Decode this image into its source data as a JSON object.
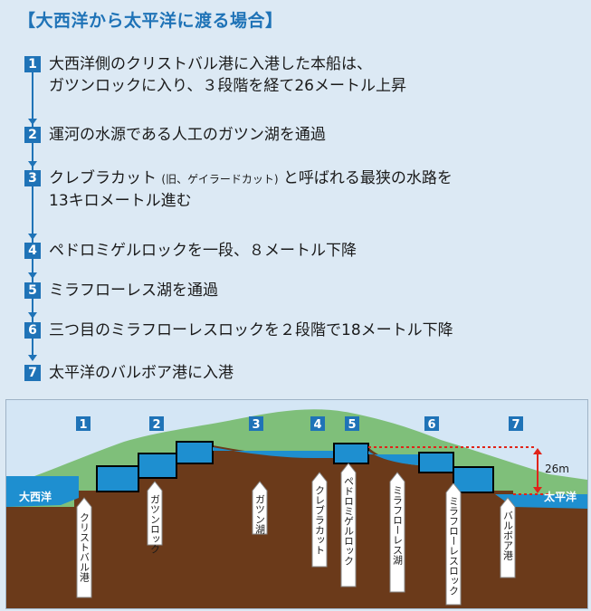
{
  "title": "【大西洋から太平洋に渡る場合】",
  "steps": [
    {
      "num": "1",
      "line1": "大西洋側のクリストバル港に入港した本船は、",
      "line2": "ガツンロックに入り、３段階を経て26メートル上昇"
    },
    {
      "num": "2",
      "line1": "運河の水源である人工のガツン湖を通過"
    },
    {
      "num": "3",
      "line1_a": "クレブラカット ",
      "line1_small": "(旧、ゲイラードカット)",
      "line1_b": " と呼ばれる最狭の水路を",
      "line2": "13キロメートル進む"
    },
    {
      "num": "4",
      "line1": "ペドロミゲルロックを一段、８メートル下降"
    },
    {
      "num": "5",
      "line1": "ミラフローレス湖を通過"
    },
    {
      "num": "6",
      "line1": "三つ目のミラフローレスロックを２段階で18メートル下降"
    },
    {
      "num": "7",
      "line1": "太平洋のバルボア港に入港"
    }
  ],
  "diagram": {
    "atlantic": "大西洋",
    "pacific": "太平洋",
    "height_label": "26m",
    "markers": [
      "1",
      "2",
      "3",
      "4",
      "5",
      "6",
      "7"
    ],
    "labels": [
      "クリストバル港",
      "ガツンロック",
      "ガツン湖",
      "クレブラカット",
      "ペドロミゲルロック",
      "ミラフローレス湖",
      "ミラフローレスロック",
      "バルボア港"
    ],
    "colors": {
      "water": "#1e8fd0",
      "earth": "#6b3a1a",
      "hill": "#7fbf7a",
      "sky": "#d4e6f5",
      "marker": "#1f73b7",
      "dotted": "#e0241a"
    }
  }
}
